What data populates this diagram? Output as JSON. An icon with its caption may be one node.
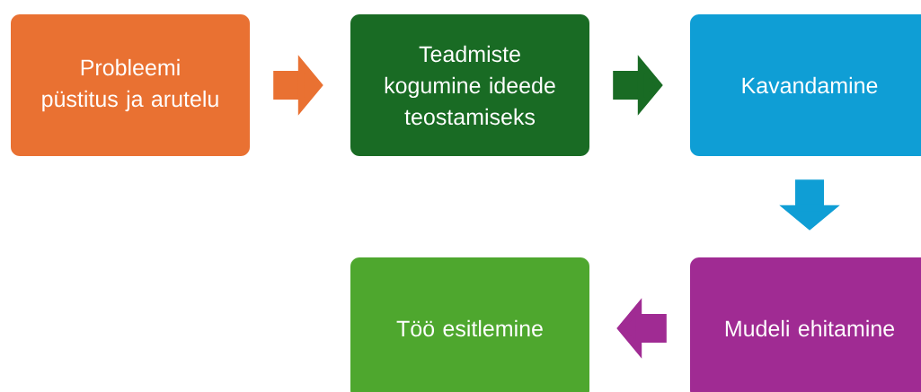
{
  "diagram": {
    "nodes": [
      {
        "text": [
          "Probleemi püstitus ja arutelu"
        ]
      },
      {
        "text": [
          "Teadmiste kogumine ideede teostamiseks"
        ]
      },
      {
        "text": [
          "Kavandamine"
        ]
      },
      {
        "text": [
          "Mudeli ehitamine"
        ]
      },
      {
        "text": [
          "Töö esitlemine"
        ]
      }
    ],
    "edges": [
      {
        "from": 0,
        "to": 1,
        "arrow": "to",
        "color": "#E97132"
      },
      {
        "from": 1,
        "to": 2,
        "arrow": "to",
        "color": "#196B24"
      },
      {
        "from": 2,
        "to": 3,
        "arrow": "to",
        "color": "#0F9ED5"
      },
      {
        "from": 3,
        "to": 4,
        "arrow": "to",
        "color": "#A02B93"
      }
    ]
  }
}
